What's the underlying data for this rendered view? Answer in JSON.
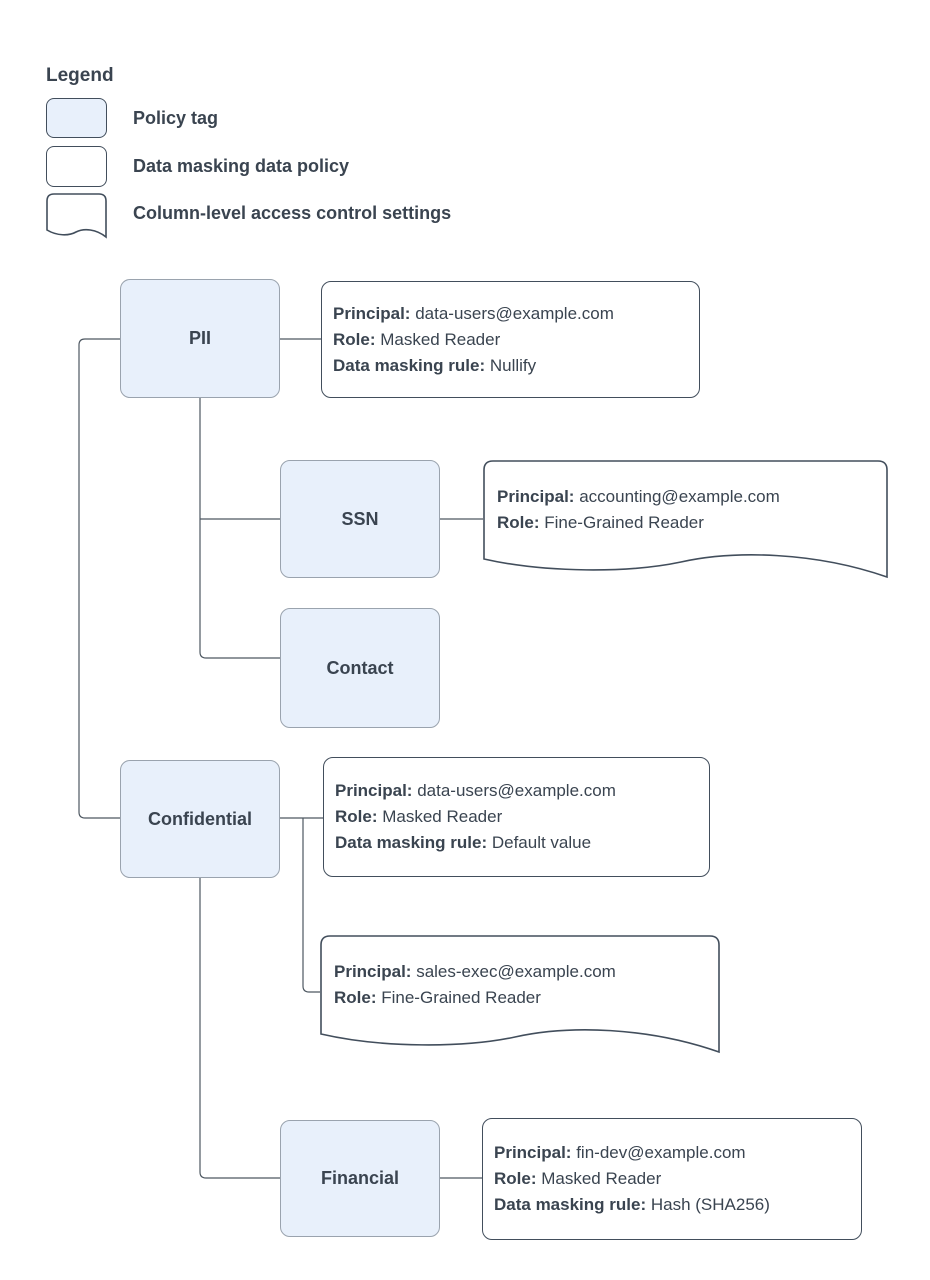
{
  "legend": {
    "title": "Legend",
    "items": [
      {
        "id": "policy-tag",
        "label": "Policy tag"
      },
      {
        "id": "data-masking-policy",
        "label": "Data masking data policy"
      },
      {
        "id": "column-level-acl",
        "label": "Column-level access control settings"
      }
    ]
  },
  "nodes": {
    "pii": {
      "label": "PII"
    },
    "ssn": {
      "label": "SSN"
    },
    "contact": {
      "label": "Contact"
    },
    "confidential": {
      "label": "Confidential"
    },
    "financial": {
      "label": "Financial"
    }
  },
  "policies": {
    "pii_masking": {
      "lines": [
        {
          "label": "Principal:",
          "value": "data-users@example.com"
        },
        {
          "label": "Role:",
          "value": "Masked Reader"
        },
        {
          "label": "Data masking rule:",
          "value": "Nullify"
        }
      ]
    },
    "ssn_acl": {
      "lines": [
        {
          "label": "Principal:",
          "value": "accounting@example.com"
        },
        {
          "label": "Role:",
          "value": "Fine-Grained Reader"
        }
      ]
    },
    "confidential_masking": {
      "lines": [
        {
          "label": "Principal:",
          "value": "data-users@example.com"
        },
        {
          "label": "Role:",
          "value": "Masked Reader"
        },
        {
          "label": "Data masking rule:",
          "value": "Default value"
        }
      ]
    },
    "confidential_acl": {
      "lines": [
        {
          "label": "Principal:",
          "value": "sales-exec@example.com"
        },
        {
          "label": "Role:",
          "value": "Fine-Grained Reader"
        }
      ]
    },
    "financial_masking": {
      "lines": [
        {
          "label": "Principal:",
          "value": "fin-dev@example.com"
        },
        {
          "label": "Role:",
          "value": "Masked Reader"
        },
        {
          "label": "Data masking rule:",
          "value": "Hash (SHA256)"
        }
      ]
    }
  },
  "colors": {
    "policy_tag_fill": "#e8f0fb",
    "policy_tag_border": "#9aa3ae",
    "box_border": "#424e5c",
    "text": "#3a4450",
    "connector": "#4d5761",
    "background": "#ffffff"
  }
}
